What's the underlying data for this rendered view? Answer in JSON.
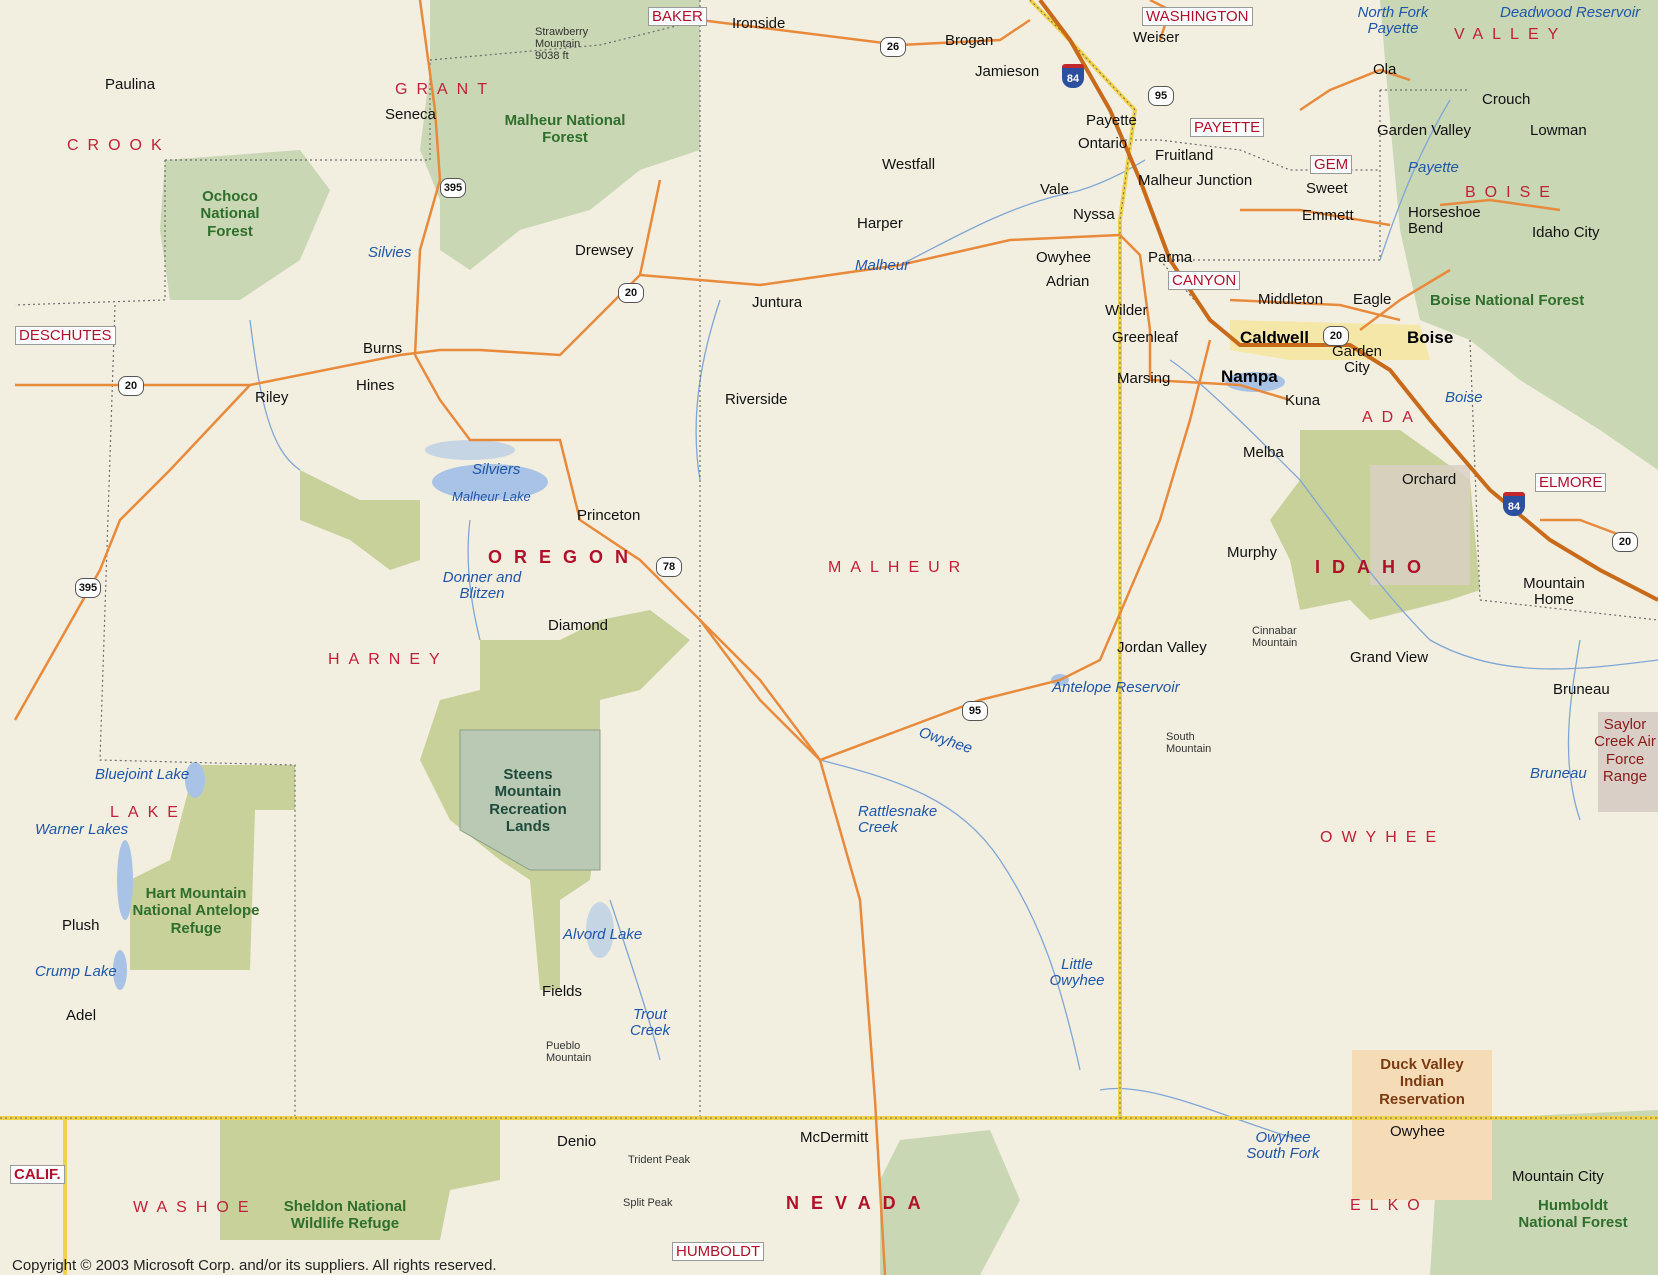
{
  "map": {
    "copyright": "Copyright © 2003 Microsoft Corp. and/or its suppliers. All rights reserved.",
    "states": {
      "oregon": "OREGON",
      "idaho": "IDAHO",
      "nevada": "NEVADA"
    },
    "counties": {
      "grant": "GRANT",
      "crook": "CROOK",
      "deschutes": "DESCHUTES",
      "harney": "HARNEY",
      "lake": "LAKE",
      "malheur": "MALHEUR",
      "baker": "BAKER",
      "washington": "WASHINGTON",
      "payette": "PAYETTE",
      "gem": "GEM",
      "boise": "BOISE",
      "valley": "VALLEY",
      "canyon": "CANYON",
      "ada": "ADA",
      "elmore": "ELMORE",
      "owyhee": "OWYHEE",
      "elko": "ELKO",
      "humboldt": "HUMBOLDT",
      "washoe": "WASHOE",
      "calif": "CALIF."
    },
    "cities": {
      "paulina": "Paulina",
      "seneca": "Seneca",
      "burns": "Burns",
      "hines": "Hines",
      "riley": "Riley",
      "drewsey": "Drewsey",
      "juntura": "Juntura",
      "harper": "Harper",
      "westfall": "Westfall",
      "riverside": "Riverside",
      "princeton": "Princeton",
      "diamond": "Diamond",
      "fields": "Fields",
      "plush": "Plush",
      "adel": "Adel",
      "denio": "Denio",
      "mcdermitt": "McDermitt",
      "ironside": "Ironside",
      "brogan": "Brogan",
      "jamieson": "Jamieson",
      "weiser": "Weiser",
      "payette": "Payette",
      "ontario": "Ontario",
      "fruitland": "Fruitland",
      "vale": "Vale",
      "nyssa": "Nyssa",
      "malheur_junction": "Malheur Junction",
      "owyhee": "Owyhee",
      "adrian": "Adrian",
      "parma": "Parma",
      "wilder": "Wilder",
      "greenleaf": "Greenleaf",
      "marsing": "Marsing",
      "caldwell": "Caldwell",
      "nampa": "Nampa",
      "middleton": "Middleton",
      "eagle": "Eagle",
      "boise": "Boise",
      "garden_city": "Garden City",
      "kuna": "Kuna",
      "melba": "Melba",
      "murphy": "Murphy",
      "orchard": "Orchard",
      "mountain_home": "Mountain Home",
      "grand_view": "Grand View",
      "bruneau": "Bruneau",
      "jordan_valley": "Jordan Valley",
      "ola": "Ola",
      "crouch": "Crouch",
      "garden_valley": "Garden Valley",
      "lowman": "Lowman",
      "sweet": "Sweet",
      "emmett": "Emmett",
      "horseshoe_bend": "Horseshoe Bend",
      "idaho_city": "Idaho City",
      "owyhee_nv": "Owyhee",
      "mountain_city": "Mountain City"
    },
    "water": {
      "silvies": "Silvies",
      "silviers": "Silviers",
      "malheur_lake": "Malheur Lake",
      "malheur_r": "Malheur",
      "donner": "Donner and Blitzen",
      "bluejoint": "Bluejoint Lake",
      "warner": "Warner Lakes",
      "crump": "Crump Lake",
      "alvord": "Alvord Lake",
      "trout": "Trout Creek",
      "rattlesnake": "Rattlesnake Creek",
      "owyhee_r": "Owyhee",
      "little_owyhee": "Little Owyhee",
      "antelope": "Antelope Reservoir",
      "boise_r": "Boise",
      "bruneau_r": "Bruneau",
      "payette_r": "Payette",
      "nf_payette": "North Fork Payette",
      "deadwood": "Deadwood Reservoir",
      "owyhee_sf": "Owyhee South Fork"
    },
    "parks": {
      "malheur_nf": "Malheur National Forest",
      "ochoco_nf": "Ochoco National Forest",
      "steens": "Steens Mountain Recreation Lands",
      "hart": "Hart Mountain National Antelope Refuge",
      "sheldon": "Sheldon National Wildlife Refuge",
      "boise_nf": "Boise National Forest",
      "humboldt_nf": "Humboldt National Forest",
      "duck_valley": "Duck Valley Indian Reservation",
      "saylor": "Saylor Creek Air Force Range"
    },
    "peaks": {
      "strawberry": "Strawberry Mountain 9038 ft",
      "pueblo": "Pueblo Mountain",
      "trident": "Trident Peak",
      "split": "Split Peak",
      "south_mtn": "South Mountain",
      "cinnabar": "Cinnabar Mountain"
    },
    "routes": {
      "us26": "26",
      "us20a": "20",
      "us20b": "20",
      "us20c": "20",
      "us20d": "20",
      "us395a": "395",
      "us395b": "395",
      "us95a": "95",
      "us95b": "95",
      "or78": "78",
      "i84a": "84",
      "i84b": "84"
    },
    "colors": {
      "land": "#f3efe0",
      "forest": "#c9d7b4",
      "refuge": "#c8d19a",
      "rec": "#b9c9b4",
      "military": "#d9cfc6",
      "reservation": "#f6dcb6",
      "highway": "#e88a3c",
      "interstate": "#c96a1a",
      "border": "#f0d24a",
      "water": "#a9c3e6"
    }
  }
}
